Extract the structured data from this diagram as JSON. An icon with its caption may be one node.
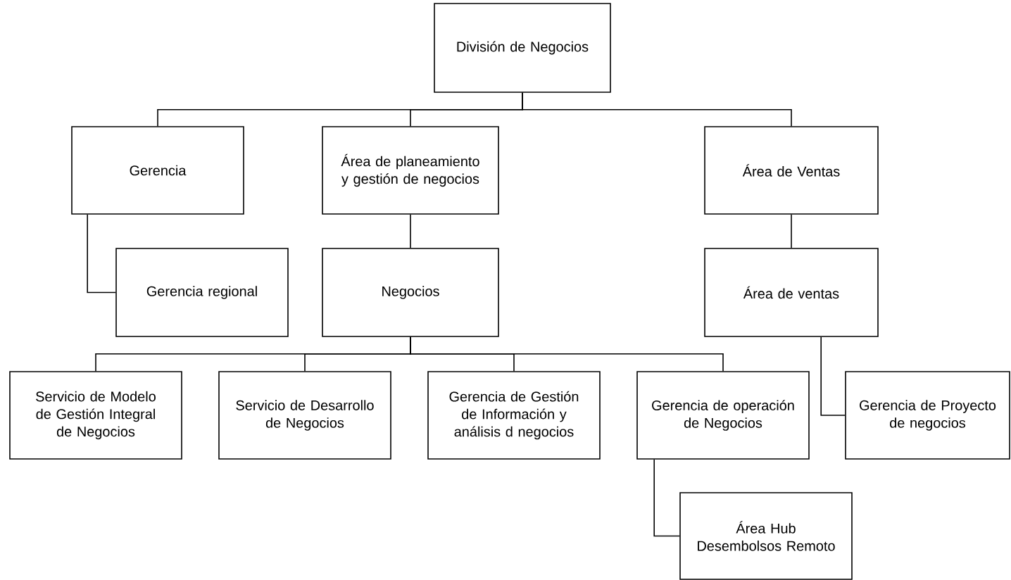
{
  "diagram": {
    "nodes": [
      {
        "text": [
          "División de Negocios"
        ]
      },
      {
        "text": [
          "Gerencia"
        ]
      },
      {
        "text": [
          "Área de planeamiento y gestión de negocios"
        ]
      },
      {
        "text": [
          "Área de Ventas"
        ]
      },
      {
        "text": [
          "Gerencia regional"
        ]
      },
      {
        "text": [
          "Negocios"
        ]
      },
      {
        "text": [
          "Área de ventas"
        ]
      },
      {
        "text": [
          "Servicio de Modelo de Gestión Integral de Negocios"
        ]
      },
      {
        "text": [
          "Servicio de Desarrollo de Negocios"
        ]
      },
      {
        "text": [
          "Gerencia de Gestión de Información y análisis d negocios"
        ]
      },
      {
        "text": [
          "Gerencia de operación de Negocios"
        ]
      },
      {
        "text": [
          "Gerencia de Proyecto de negocios"
        ]
      },
      {
        "text": [
          "Área Hub Desembolsos Remoto"
        ]
      }
    ],
    "edges": [
      {
        "from": 0,
        "to": 1,
        "arrow": "none"
      },
      {
        "from": 0,
        "to": 2,
        "arrow": "none"
      },
      {
        "from": 0,
        "to": 3,
        "arrow": "none"
      },
      {
        "from": 1,
        "to": 4,
        "arrow": "none"
      },
      {
        "from": 2,
        "to": 5,
        "arrow": "none"
      },
      {
        "from": 3,
        "to": 6,
        "arrow": "none"
      },
      {
        "from": 5,
        "to": 7,
        "arrow": "none"
      },
      {
        "from": 5,
        "to": 8,
        "arrow": "none"
      },
      {
        "from": 5,
        "to": 9,
        "arrow": "none"
      },
      {
        "from": 5,
        "to": 10,
        "arrow": "none"
      },
      {
        "from": 6,
        "to": 11,
        "arrow": "none"
      },
      {
        "from": 10,
        "to": 12,
        "arrow": "none"
      }
    ]
  }
}
